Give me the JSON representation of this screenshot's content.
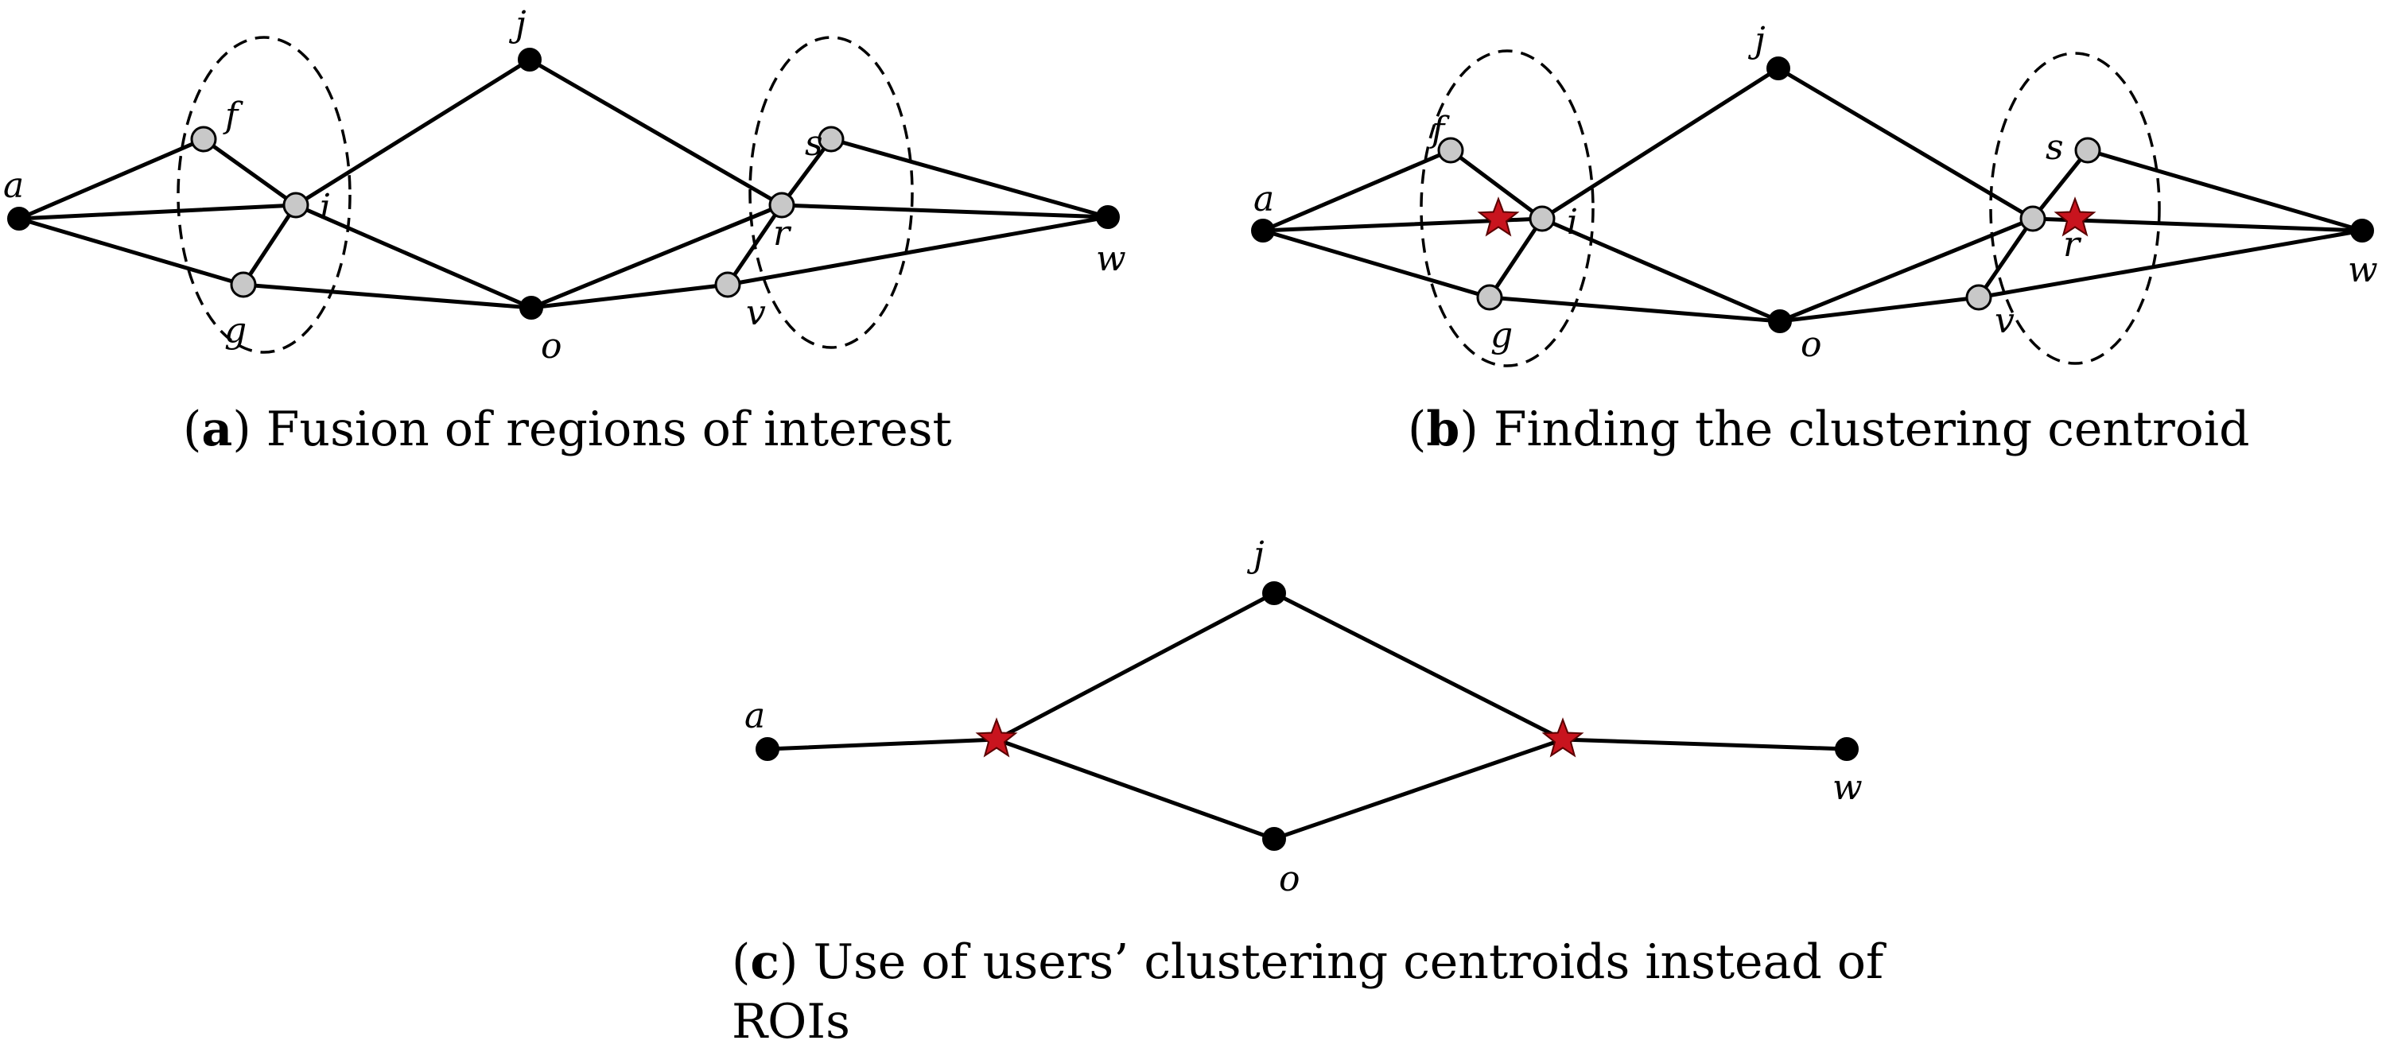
{
  "panels": [
    {
      "id": "a",
      "caption_label": "a",
      "caption_lines": [
        "Fusion of regions of interest"
      ],
      "nodes": [
        {
          "id": "a",
          "label": "a",
          "type": "black"
        },
        {
          "id": "f",
          "label": "f",
          "type": "gray"
        },
        {
          "id": "i",
          "label": "i",
          "type": "gray"
        },
        {
          "id": "g",
          "label": "g",
          "type": "gray"
        },
        {
          "id": "j",
          "label": "j",
          "type": "black"
        },
        {
          "id": "o",
          "label": "o",
          "type": "black"
        },
        {
          "id": "s",
          "label": "s",
          "type": "gray"
        },
        {
          "id": "r",
          "label": "r",
          "type": "gray"
        },
        {
          "id": "v",
          "label": "v",
          "type": "gray"
        },
        {
          "id": "w",
          "label": "w",
          "type": "black"
        }
      ],
      "edges": [
        [
          "a",
          "f"
        ],
        [
          "a",
          "i"
        ],
        [
          "a",
          "g"
        ],
        [
          "f",
          "i"
        ],
        [
          "i",
          "g"
        ],
        [
          "i",
          "j"
        ],
        [
          "i",
          "o"
        ],
        [
          "g",
          "o"
        ],
        [
          "j",
          "r"
        ],
        [
          "o",
          "r"
        ],
        [
          "o",
          "v"
        ],
        [
          "r",
          "s"
        ],
        [
          "r",
          "v"
        ],
        [
          "r",
          "w"
        ],
        [
          "s",
          "w"
        ],
        [
          "v",
          "w"
        ]
      ],
      "regions": 2,
      "centroids": 0
    },
    {
      "id": "b",
      "caption_label": "b",
      "caption_lines": [
        "Finding the clustering centroid"
      ],
      "nodes": [
        {
          "id": "a",
          "label": "a",
          "type": "black"
        },
        {
          "id": "f",
          "label": "f",
          "type": "gray"
        },
        {
          "id": "i",
          "label": "i",
          "type": "gray"
        },
        {
          "id": "g",
          "label": "g",
          "type": "gray"
        },
        {
          "id": "j",
          "label": "j",
          "type": "black"
        },
        {
          "id": "o",
          "label": "o",
          "type": "black"
        },
        {
          "id": "s",
          "label": "s",
          "type": "gray"
        },
        {
          "id": "r",
          "label": "r",
          "type": "gray"
        },
        {
          "id": "v",
          "label": "v",
          "type": "gray"
        },
        {
          "id": "w",
          "label": "w",
          "type": "black"
        }
      ],
      "edges": [
        [
          "a",
          "f"
        ],
        [
          "a",
          "i"
        ],
        [
          "a",
          "g"
        ],
        [
          "f",
          "i"
        ],
        [
          "i",
          "g"
        ],
        [
          "i",
          "j"
        ],
        [
          "i",
          "o"
        ],
        [
          "g",
          "o"
        ],
        [
          "j",
          "r"
        ],
        [
          "o",
          "r"
        ],
        [
          "o",
          "v"
        ],
        [
          "r",
          "s"
        ],
        [
          "r",
          "v"
        ],
        [
          "r",
          "w"
        ],
        [
          "s",
          "w"
        ],
        [
          "v",
          "w"
        ]
      ],
      "regions": 2,
      "centroids": 2
    },
    {
      "id": "c",
      "caption_label": "c",
      "caption_lines": [
        "Use of users’ clustering centroids instead of",
        "ROIs"
      ],
      "nodes": [
        {
          "id": "a",
          "label": "a",
          "type": "black"
        },
        {
          "id": "j",
          "label": "j",
          "type": "black"
        },
        {
          "id": "o",
          "label": "o",
          "type": "black"
        },
        {
          "id": "w",
          "label": "w",
          "type": "black"
        }
      ],
      "edges": [
        [
          "a",
          "c1"
        ],
        [
          "c1",
          "j"
        ],
        [
          "c1",
          "o"
        ],
        [
          "j",
          "c2"
        ],
        [
          "o",
          "c2"
        ],
        [
          "c2",
          "w"
        ]
      ],
      "regions": 0,
      "centroids": 2
    }
  ],
  "colors": {
    "edge": "#000000",
    "node_black": "#000000",
    "node_gray": "#c8c8c8",
    "centroid_star": "#c8141e"
  }
}
